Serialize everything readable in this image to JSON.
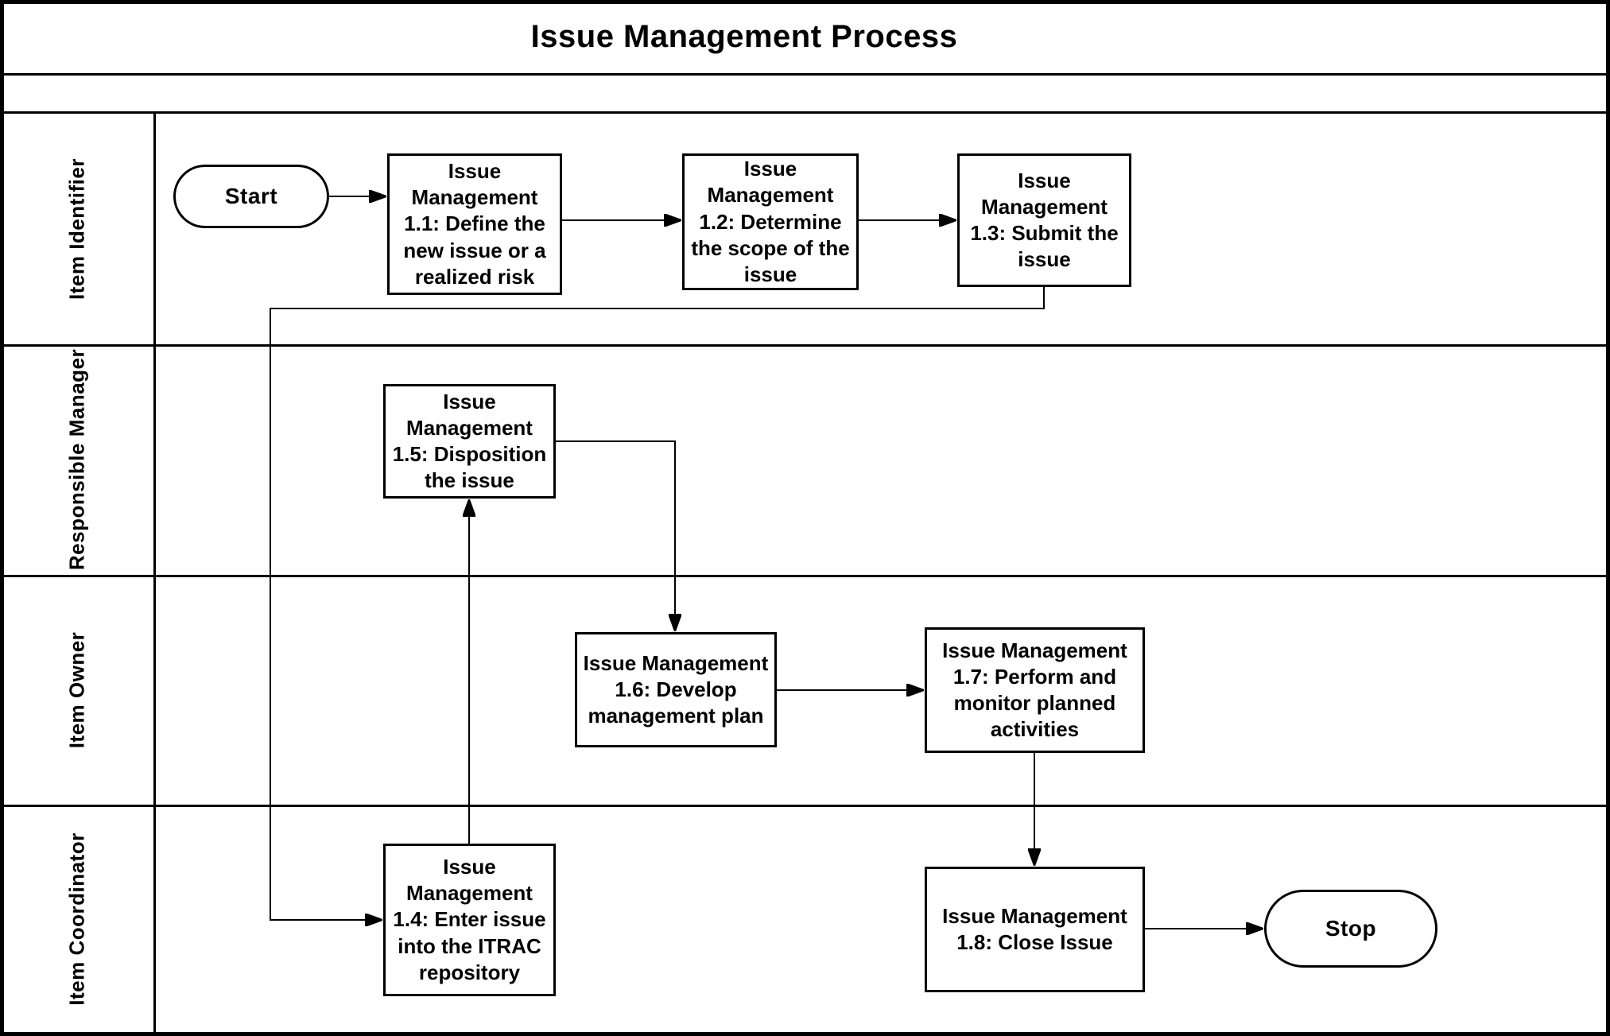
{
  "title": "Issue Management Process",
  "colors": {
    "line": "#000000",
    "background": "#ffffff",
    "text": "#000000"
  },
  "lanes": [
    {
      "label": "Item Identifier"
    },
    {
      "label": "Responsible Manager"
    },
    {
      "label": "Item Owner"
    },
    {
      "label": "Item Coordinator"
    }
  ],
  "nodes": {
    "start": {
      "type": "terminator",
      "lane": "Item Identifier",
      "label": "Start"
    },
    "n11": {
      "type": "process",
      "lane": "Item Identifier",
      "label": "Issue\nManagement\n1.1: Define the\nnew issue or a\nrealized risk"
    },
    "n12": {
      "type": "process",
      "lane": "Item Identifier",
      "label": "Issue\nManagement\n1.2: Determine\nthe scope of the\nissue"
    },
    "n13": {
      "type": "process",
      "lane": "Item Identifier",
      "label": "Issue\nManagement\n1.3: Submit the\nissue"
    },
    "n14": {
      "type": "process",
      "lane": "Item Coordinator",
      "label": "Issue\nManagement\n1.4: Enter issue\ninto the ITRAC\nrepository"
    },
    "n15": {
      "type": "process",
      "lane": "Responsible Manager",
      "label": "Issue\nManagement\n1.5: Disposition\nthe issue"
    },
    "n16": {
      "type": "process",
      "lane": "Item Owner",
      "label": "Issue Management\n1.6: Develop\nmanagement plan"
    },
    "n17": {
      "type": "process",
      "lane": "Item Owner",
      "label": "Issue Management\n1.7: Perform and\nmonitor planned\nactivities"
    },
    "n18": {
      "type": "process",
      "lane": "Item Coordinator",
      "label": "Issue Management\n1.8: Close Issue"
    },
    "stop": {
      "type": "terminator",
      "lane": "Item Coordinator",
      "label": "Stop"
    }
  },
  "edges": [
    {
      "from": "Start",
      "to": "1.1"
    },
    {
      "from": "1.1",
      "to": "1.2"
    },
    {
      "from": "1.2",
      "to": "1.3"
    },
    {
      "from": "1.3",
      "to": "1.4"
    },
    {
      "from": "1.4",
      "to": "1.5"
    },
    {
      "from": "1.5",
      "to": "1.6"
    },
    {
      "from": "1.6",
      "to": "1.7"
    },
    {
      "from": "1.7",
      "to": "1.8"
    },
    {
      "from": "1.8",
      "to": "Stop"
    }
  ]
}
